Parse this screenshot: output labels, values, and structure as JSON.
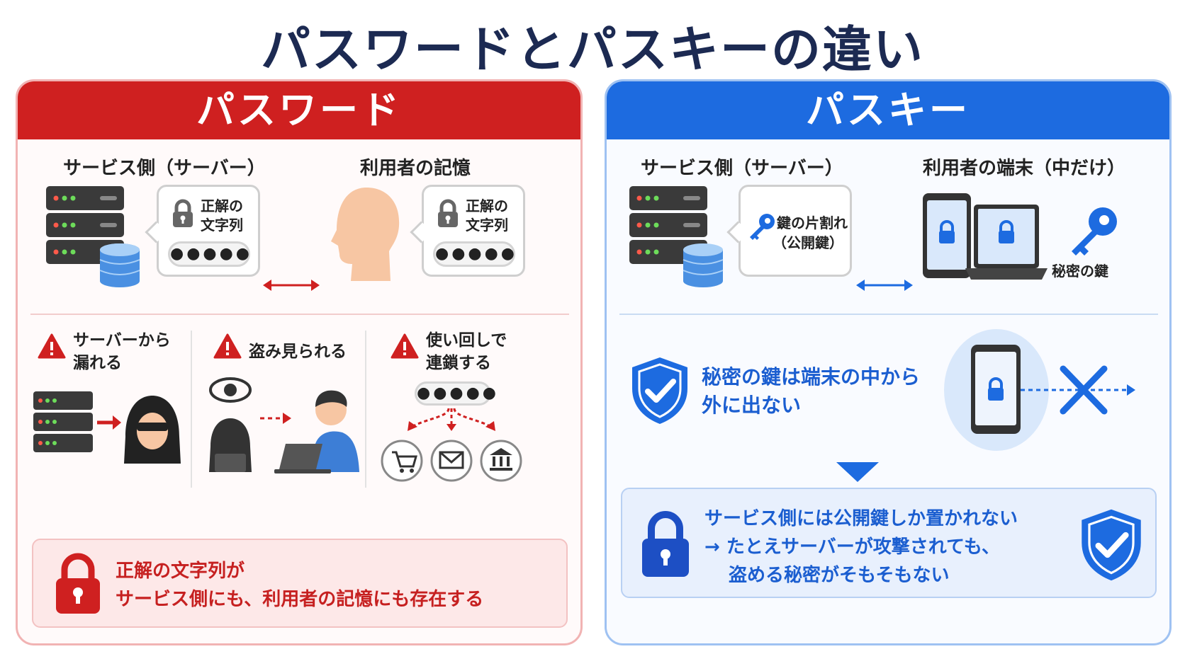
{
  "title": "パスワードとパスキーの違い",
  "password": {
    "header": "パスワード",
    "server_label": "サービス側（サーバー）",
    "memory_label": "利用者の記憶",
    "secret_line1": "正解の",
    "secret_line2": "文字列",
    "dots": "●●●●●",
    "risks": [
      {
        "line1": "サーバーから",
        "line2": "漏れる"
      },
      {
        "line1": "盗み見られる",
        "line2": ""
      },
      {
        "line1": "使い回しで",
        "line2": "連鎖する"
      }
    ],
    "summary_line1": "正解の文字列が",
    "summary_line2": "サービス側にも、利用者の記憶にも存在する"
  },
  "passkey": {
    "header": "パスキー",
    "server_label": "サービス側（サーバー）",
    "device_label": "利用者の端末（中だけ）",
    "public_key_line1": "鍵の片割れ",
    "public_key_line2": "（公開鍵）",
    "private_key_label": "秘密の鍵",
    "point_line1": "秘密の鍵は端末の中から",
    "point_line2": "外に出ない",
    "summary_line1": "サービス側には公開鍵しか置かれない",
    "summary_line2": "→ たとえサーバーが攻撃されても、",
    "summary_line3": "盗める秘密がそもそもない"
  },
  "colors": {
    "password_accent": "#cf2020",
    "passkey_accent": "#1d6be0",
    "title": "#1c2a52"
  }
}
